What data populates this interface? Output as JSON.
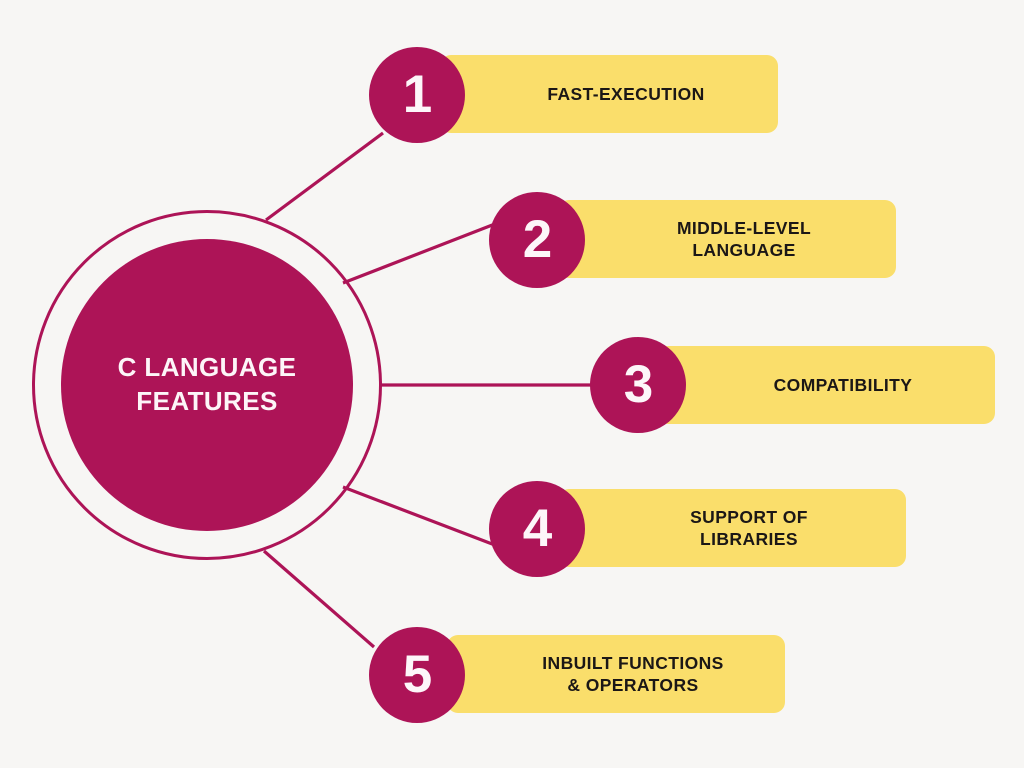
{
  "diagram": {
    "title": "C LANGUAGE\nFEATURES",
    "center_label": "C LANGUAGE FEATURES",
    "background_color": "#f7f6f4",
    "accent_color": "#ad1457",
    "highlight_color": "#fade6b",
    "text_color": "#1b1716",
    "circle_text_color": "#fdf6f9",
    "items": [
      {
        "number": "1",
        "label": "FAST-EXECUTION"
      },
      {
        "number": "2",
        "label": "MIDDLE-LEVEL\nLANGUAGE"
      },
      {
        "number": "3",
        "label": "COMPATIBILITY"
      },
      {
        "number": "4",
        "label": "SUPPORT OF\nLIBRARIES"
      },
      {
        "number": "5",
        "label": "INBUILT FUNCTIONS\n& OPERATORS"
      }
    ]
  }
}
